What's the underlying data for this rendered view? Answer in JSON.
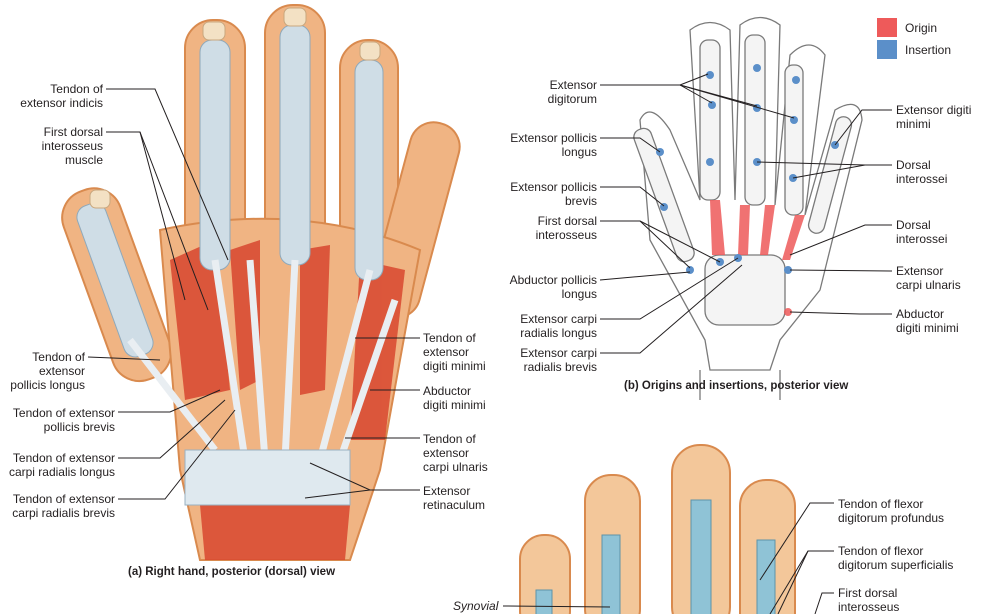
{
  "legend": {
    "origin": {
      "label": "Origin",
      "color": "#ee5a5a"
    },
    "insertion": {
      "label": "Insertion",
      "color": "#5b8fc9"
    }
  },
  "panel_a": {
    "caption": "(a) Right hand, posterior (dorsal) view",
    "labels": [
      "Tendon of\nextensor indicis",
      "First dorsal\ninterosseus\nmuscle",
      "Tendon of\nextensor\npollicis longus",
      "Tendon of extensor\npollicis brevis",
      "Tendon of extensor\ncarpi radialis longus",
      "Tendon of extensor\ncarpi radialis brevis",
      "Tendon of\nextensor\ndigiti minimi",
      "Abductor\ndigiti minimi",
      "Tendon of\nextensor\ncarpi ulnaris",
      "Extensor\nretinaculum"
    ]
  },
  "panel_b": {
    "caption": "(b) Origins and insertions, posterior view",
    "labels": [
      "Extensor\ndigitorum",
      "Extensor pollicis\nlongus",
      "Extensor pollicis\nbrevis",
      "First dorsal\ninterosseus",
      "Abductor pollicis\nlongus",
      "Extensor carpi\nradialis longus",
      "Extensor carpi\nradialis brevis",
      "Extensor digiti\nminimi",
      "Dorsal\ninterossei",
      "Dorsal\ninterossei",
      "Extensor\ncarpi ulnaris",
      "Abductor\ndigiti minimi"
    ]
  },
  "panel_c": {
    "labels": [
      "Tendon of flexor\ndigitorum profundus",
      "Tendon of flexor\ndigitorum superficialis",
      "First dorsal\ninterosseus",
      "Synovial"
    ]
  }
}
